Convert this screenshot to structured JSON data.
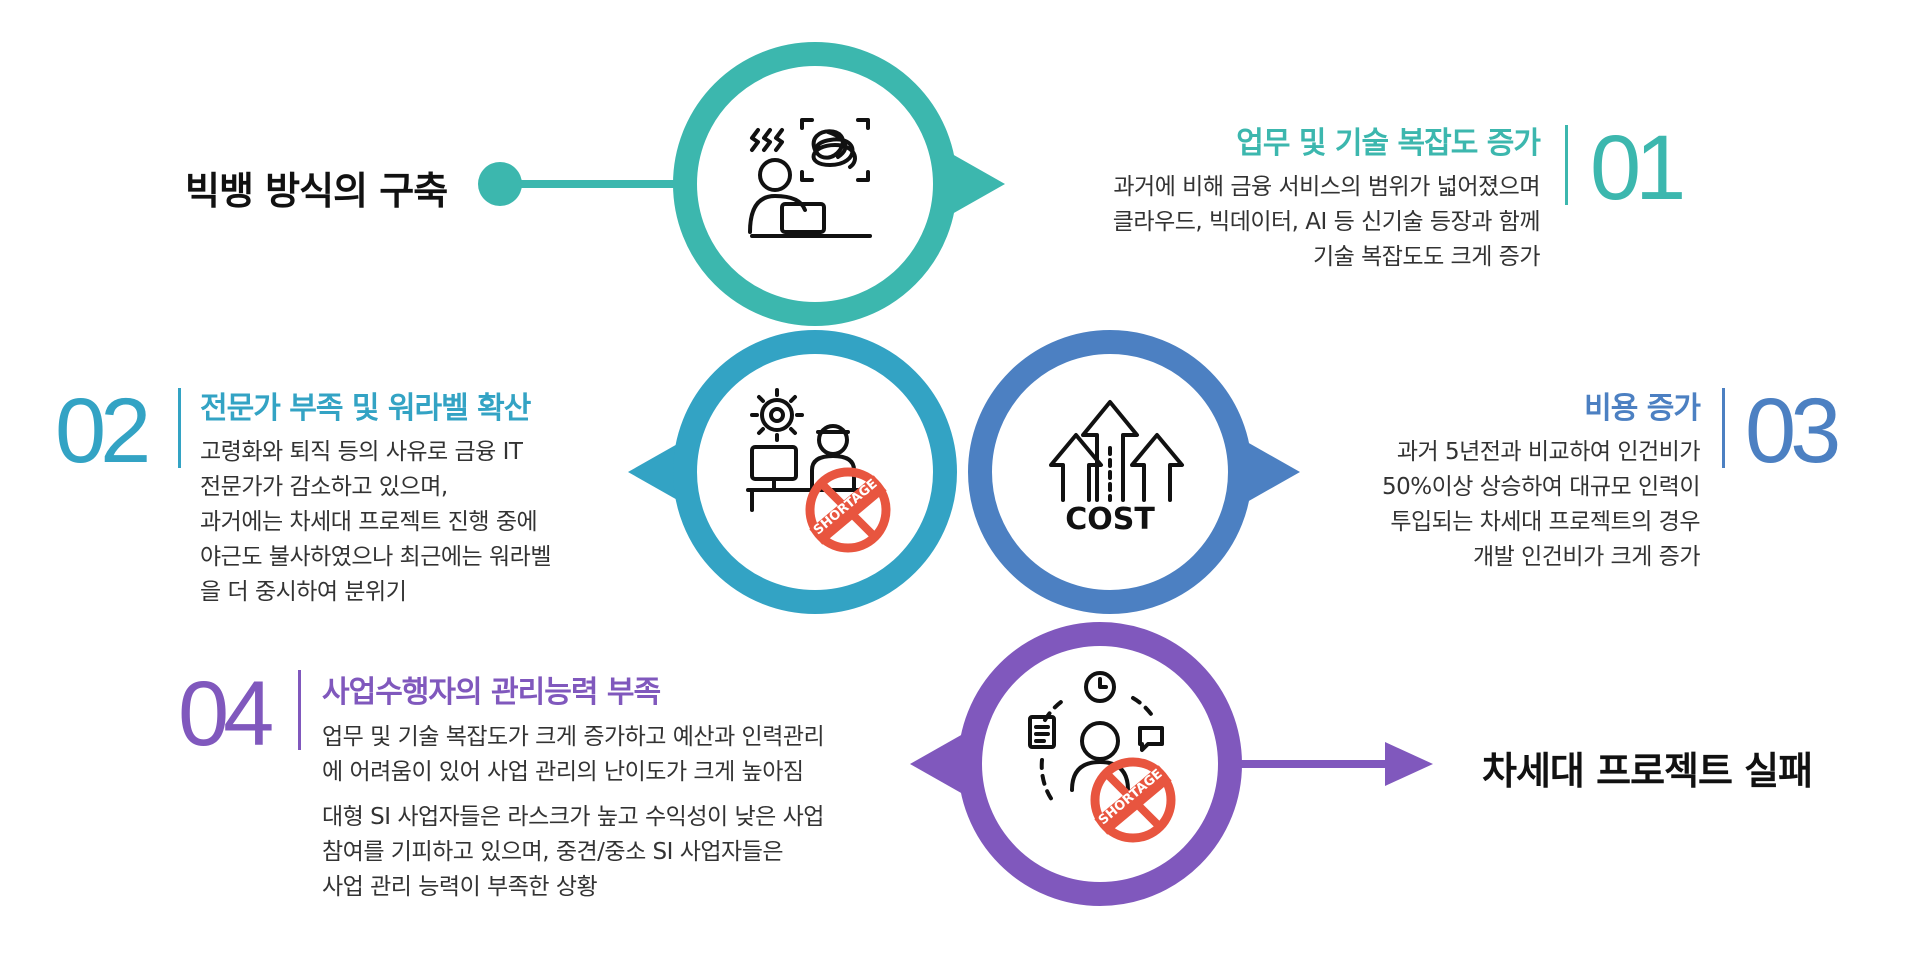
{
  "start_label": "빅뱅 방식의 구축",
  "end_label": "차세대 프로젝트 실패",
  "colors": {
    "teal": "#3cb7ae",
    "cyan": "#33a3c4",
    "blue": "#4c80c2",
    "purple": "#8058bd",
    "shortage_red": "#e8553f"
  },
  "items": [
    {
      "number": "01",
      "title": "업무 및 기술 복잡도 증가",
      "icon": "overwhelmed-worker-icon",
      "lines": [
        "과거에 비해 금융 서비스의 범위가 넓어졌으며",
        "클라우드, 빅데이터, AI 등 신기술 등장과 함께",
        "기술 복잡도도 크게 증가"
      ]
    },
    {
      "number": "02",
      "title": "전문가 부족 및 워라벨 확산",
      "icon": "staff-shortage-icon",
      "badge": "SHORTAGE",
      "lines": [
        "고령화와 퇴직 등의 사유로 금융 IT",
        "전문가가 감소하고 있으며,",
        "과거에는 차세대 프로젝트 진행 중에",
        "야근도 불사하였으나 최근에는 워라벨",
        "을 더 중시하여 분위기"
      ]
    },
    {
      "number": "03",
      "title": "비용 증가",
      "icon": "cost-rising-icon",
      "icon_text": "COST",
      "lines": [
        "과거 5년전과 비교하여 인건비가",
        "50%이상 상승하여 대규모 인력이",
        "투입되는 차세대 프로젝트의 경우",
        "개발 인건비가 크게 증가"
      ]
    },
    {
      "number": "04",
      "title": "사업수행자의 관리능력 부족",
      "icon": "management-shortage-icon",
      "badge": "SHORTAGE",
      "lines": [
        "업무 및 기술 복잡도가 크게 증가하고 예산과 인력관리",
        "에 어려움이 있어 사업 관리의 난이도가 크게 높아짐"
      ],
      "lines2": [
        "대형 SI 사업자들은 라스크가 높고 수익성이 낮은 사업",
        "참여를 기피하고 있으며, 중견/중소 SI 사업자들은",
        "사업 관리 능력이 부족한 상황"
      ]
    }
  ]
}
